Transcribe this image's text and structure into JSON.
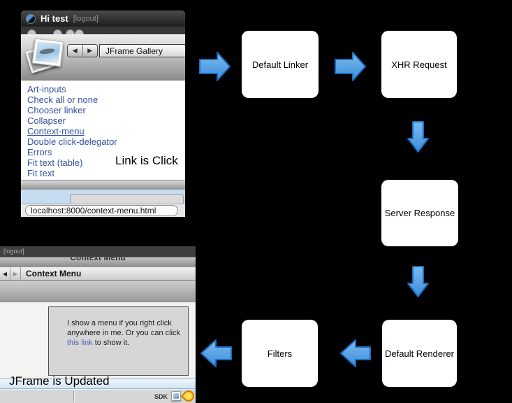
{
  "gallery_window": {
    "title": "Hi test",
    "logout": "[logout]",
    "nav": {
      "back_glyph": "◀",
      "forward_glyph": "▶"
    },
    "gallery_title": "JFrame Gallery",
    "links": [
      "Art-inputs",
      "Check all or none",
      "Chooser linker",
      "Collapser",
      "Context-menu",
      "Double click-delegator",
      "Errors",
      "Fit text (table)",
      "Fit text"
    ],
    "active_link": "Context-menu",
    "caption": "Link is Click",
    "status_url": "localhost:8000/context-menu.html"
  },
  "flow": {
    "boxes": [
      {
        "id": "default-linker",
        "label": "Default Linker"
      },
      {
        "id": "xhr-request",
        "label": "XHR Request"
      },
      {
        "id": "server-response",
        "label": "Server Response"
      },
      {
        "id": "default-renderer",
        "label": "Default Renderer"
      },
      {
        "id": "filters",
        "label": "Filters"
      }
    ],
    "arrow_fill_top": "#7dbaee",
    "arrow_fill_bottom": "#3a8edb",
    "arrow_stroke": "#1a6dbe"
  },
  "context_window": {
    "logout": "[logout]",
    "clipped_title": "Context Menu",
    "nav": {
      "back_glyph": "◀",
      "forward_glyph": "▶"
    },
    "toolbar_title": "Context Menu",
    "demo_box": {
      "line1": "I show a menu if you right click",
      "line2": "anywhere in me. Or you can click",
      "link_text": "this link",
      "after_link": " to show it."
    },
    "banner": "JFrame is Updated",
    "sdk_label": "SDK"
  }
}
